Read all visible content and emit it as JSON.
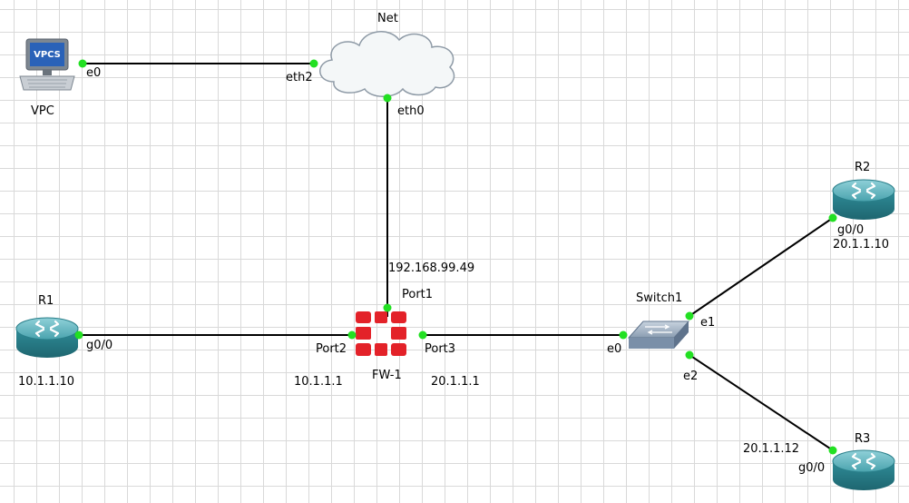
{
  "topology": {
    "nodes": {
      "vpc": {
        "name": "VPC",
        "badge": "VPCS"
      },
      "net": {
        "name": "Net"
      },
      "fw": {
        "name": "FW-1"
      },
      "r1": {
        "name": "R1",
        "ip": "10.1.1.10"
      },
      "r2": {
        "name": "R2",
        "ip": "20.1.1.10"
      },
      "r3": {
        "name": "R3",
        "ip": "20.1.1.12"
      },
      "switch": {
        "name": "Switch1"
      }
    },
    "ports": {
      "vpc_e0": "e0",
      "net_eth2": "eth2",
      "net_eth0": "eth0",
      "fw_port1": "Port1",
      "fw_port1_ip": "192.168.99.49",
      "fw_port2": "Port2",
      "fw_port2_ip": "10.1.1.1",
      "fw_port3": "Port3",
      "fw_port3_ip": "20.1.1.1",
      "r1_g00": "g0/0",
      "sw_e0": "e0",
      "sw_e1": "e1",
      "sw_e2": "e2",
      "r2_g00": "g0/0",
      "r3_g00": "g0/0"
    }
  },
  "colors": {
    "link_dot": "#22e022",
    "router_body": "#2f8c98",
    "firewall_red": "#e32229",
    "switch_body": "#7a8fa8"
  }
}
